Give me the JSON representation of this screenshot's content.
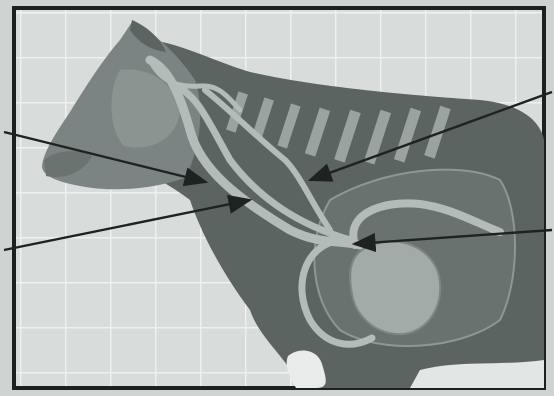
{
  "figure": {
    "kind": "anatomical-illustration",
    "subject": "cow-head-and-neck-vessels",
    "background_color": "#d8dcdb",
    "grid_color": "#eef1f0",
    "frame_color": "#1d2020",
    "body_color": "#5c6462",
    "head_color": "#7b8482",
    "vessel_color": "#b4bcb9",
    "organ_color": "#a3aba8",
    "arrow_color": "#1f2222"
  },
  "pointers": [
    {
      "id": "left-upper",
      "target": "vessel-in-neck"
    },
    {
      "id": "left-lower",
      "target": "main-vessel-in-neck"
    },
    {
      "id": "right-upper",
      "target": "vessel-near-spine"
    },
    {
      "id": "right-lower",
      "target": "vessel-entering-heart"
    }
  ]
}
